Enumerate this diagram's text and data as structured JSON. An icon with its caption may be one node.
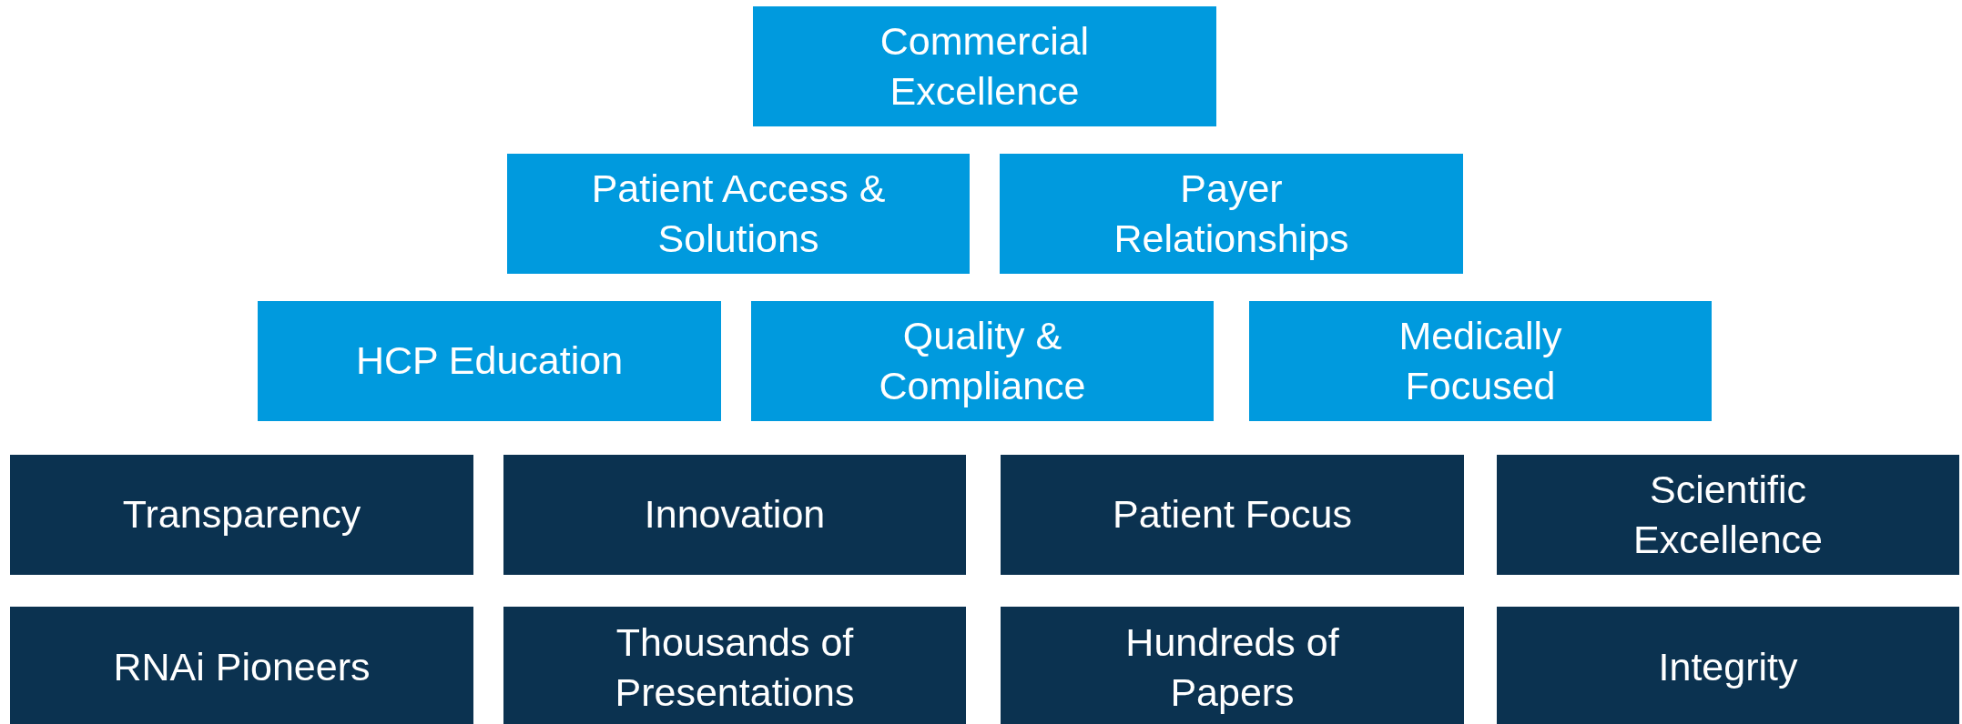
{
  "diagram": {
    "nodes": [
      {
        "text": [
          "Commercial Excellence"
        ]
      },
      {
        "text": [
          "Patient Access & Solutions"
        ]
      },
      {
        "text": [
          "Payer Relationships"
        ]
      },
      {
        "text": [
          "HCP Education"
        ]
      },
      {
        "text": [
          "Quality & Compliance"
        ]
      },
      {
        "text": [
          "Medically Focused"
        ]
      },
      {
        "text": [
          "Transparency"
        ]
      },
      {
        "text": [
          "Innovation"
        ]
      },
      {
        "text": [
          "Patient Focus"
        ]
      },
      {
        "text": [
          "Scientific Excellence"
        ]
      },
      {
        "text": [
          "RNAi Pioneers"
        ]
      },
      {
        "text": [
          "Thousands of Presentations"
        ]
      },
      {
        "text": [
          "Hundreds of Papers"
        ]
      },
      {
        "text": [
          "Integrity"
        ]
      }
    ]
  }
}
